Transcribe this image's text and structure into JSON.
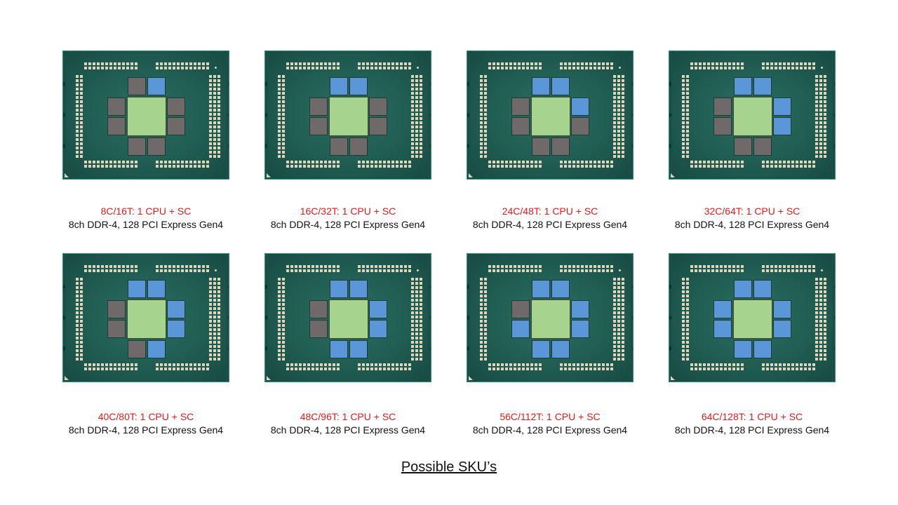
{
  "title": "Possible SKU’s",
  "colors": {
    "substrate": "#1f5a50",
    "io_die": "#a6d38e",
    "ccd_active": "#5b97d8",
    "ccd_disabled": "#6f6a69",
    "sku_label": "#d41f1f"
  },
  "skus": [
    {
      "name": "8C/16T: 1 CPU + SC",
      "spec": "8ch DDR-4, 128 PCI Express Gen4",
      "active_ccds": [
        "top-right",
        "top-left-skip"
      ],
      "active": [
        1
      ]
    },
    {
      "name": "16C/32T: 1 CPU + SC",
      "spec": "8ch DDR-4, 128 PCI Express Gen4",
      "active": [
        0,
        1
      ]
    },
    {
      "name": "24C/48T: 1 CPU + SC",
      "spec": "8ch DDR-4, 128 PCI Express Gen4",
      "active": [
        0,
        1,
        4
      ]
    },
    {
      "name": "32C/64T: 1 CPU + SC",
      "spec": "8ch DDR-4, 128 PCI Express Gen4",
      "active": [
        0,
        1,
        4,
        5
      ]
    },
    {
      "name": "40C/80T: 1 CPU + SC",
      "spec": "8ch DDR-4, 128 PCI Express Gen4",
      "active": [
        0,
        1,
        4,
        5,
        7
      ]
    },
    {
      "name": "48C/96T: 1 CPU + SC",
      "spec": "8ch DDR-4, 128 PCI Express Gen4",
      "active": [
        0,
        1,
        4,
        5,
        6,
        7
      ]
    },
    {
      "name": "56C/112T: 1 CPU + SC",
      "spec": "8ch DDR-4, 128 PCI Express Gen4",
      "active": [
        0,
        1,
        3,
        4,
        5,
        6,
        7
      ]
    },
    {
      "name": "64C/128T: 1 CPU + SC",
      "spec": "8ch DDR-4, 128 PCI Express Gen4",
      "active": [
        0,
        1,
        2,
        3,
        4,
        5,
        6,
        7
      ]
    }
  ]
}
